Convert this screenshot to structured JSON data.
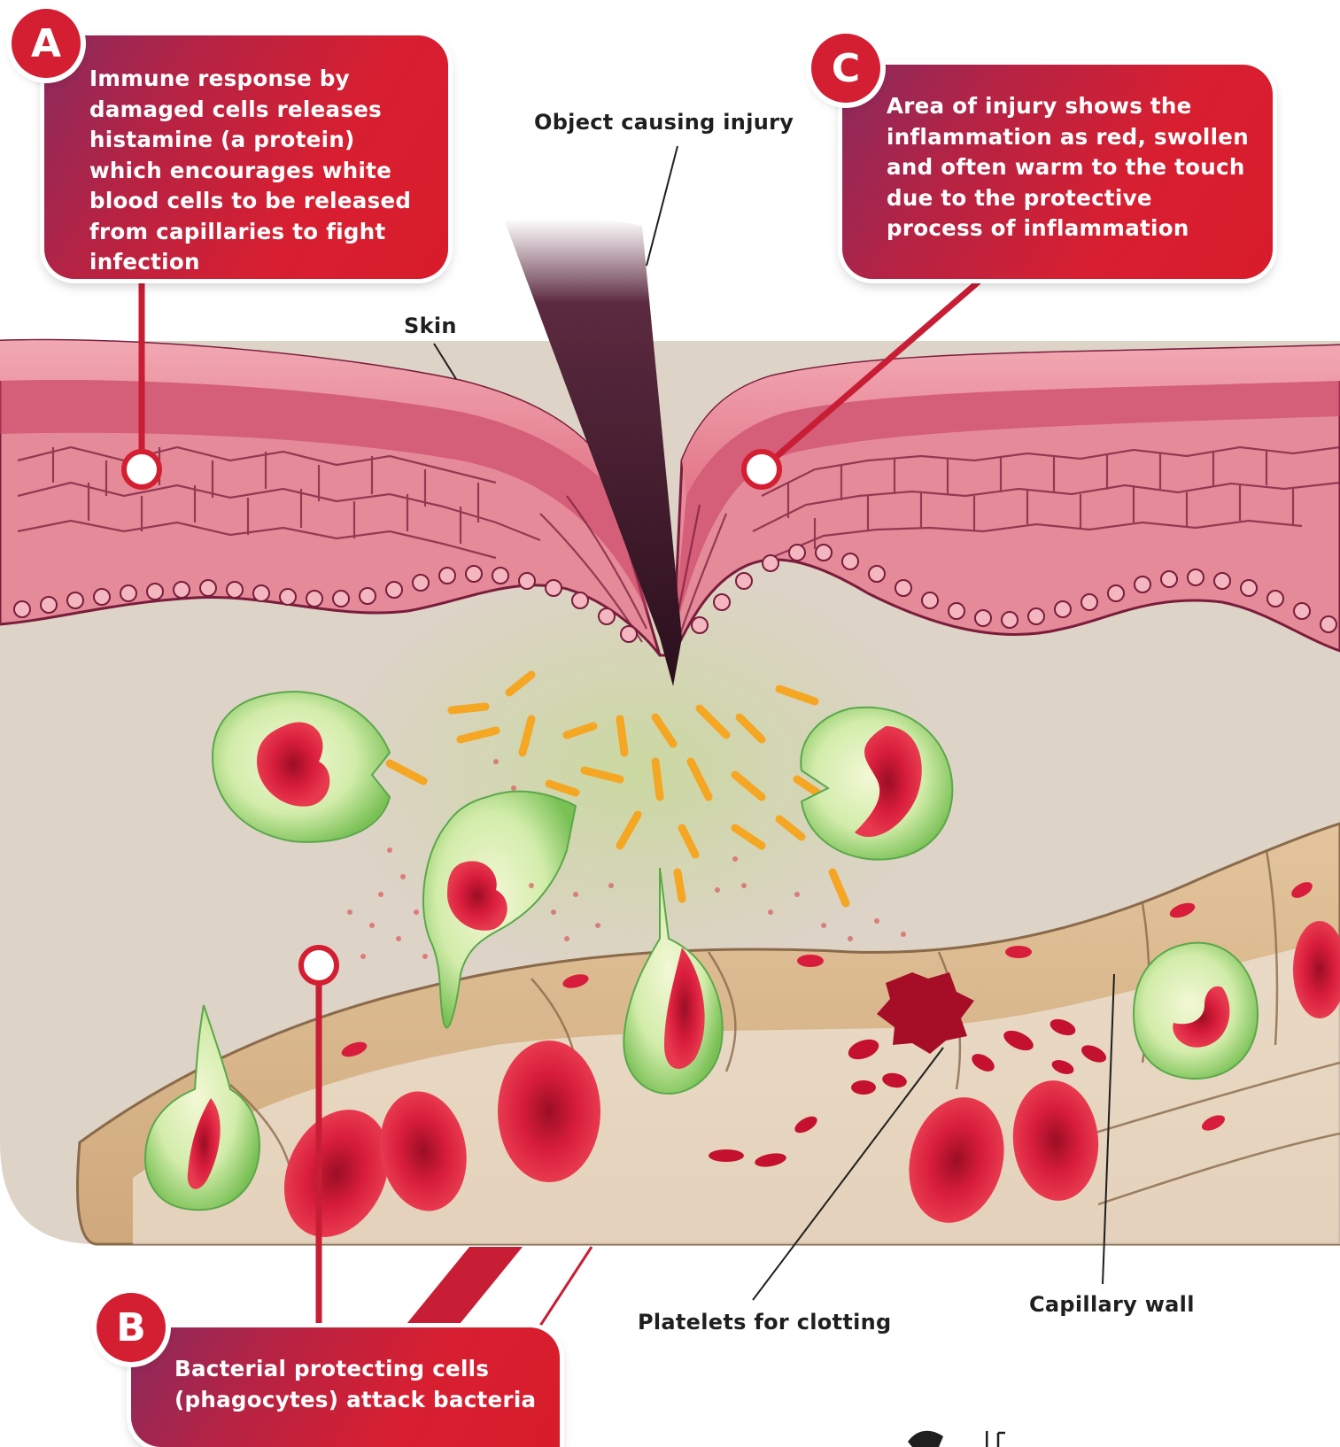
{
  "callouts": {
    "a": {
      "badge": "A",
      "text": "Immune response by damaged cells releases histamine (a protein) which encourages white blood cells to be released from capillaries to fight infection"
    },
    "b": {
      "badge": "B",
      "text": "Bacterial protecting cells (phagocytes) attack bacteria"
    },
    "c": {
      "badge": "C",
      "text": "Area of injury shows the inflammation as red, swollen and often warm to the touch due to the protective process of inflammation"
    }
  },
  "labels": {
    "object": "Object causing injury",
    "skin": "Skin",
    "platelets": "Platelets for clotting",
    "capillary": "Capillary wall"
  },
  "colors": {
    "callout_red": "#d71f31",
    "callout_purple": "#8a2a5e",
    "skin_pink": "#e58a98",
    "dermis": "#ddd3c7",
    "capillary_tan": "#d9b990",
    "blood_cell": "#d81d3c",
    "phagocyte_green": "#b8e08e",
    "bacteria_orange": "#f5a623"
  }
}
